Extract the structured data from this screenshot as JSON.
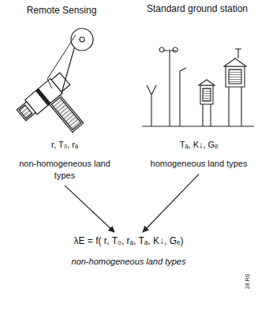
{
  "diagram": {
    "nodes": [
      {
        "text": [
          "r, T₀, rₐ",
          "non-homogeneous land types"
        ]
      },
      {
        "text": [
          "Tₐ, K↓, Gₑ",
          "homogeneous land types"
        ]
      },
      {
        "text": [
          "λE = f( r, T₀, rₐ, Tₐ, K↓, Gₑ)",
          "non-homogeneous land types"
        ]
      }
    ],
    "edges": [
      {
        "from": 0,
        "to": 2,
        "arrow": "to"
      },
      {
        "from": 1,
        "to": 2,
        "arrow": "to"
      }
    ],
    "labels": [
      "Remote Sensing",
      "Standard ground station",
      "28 RS"
    ]
  }
}
